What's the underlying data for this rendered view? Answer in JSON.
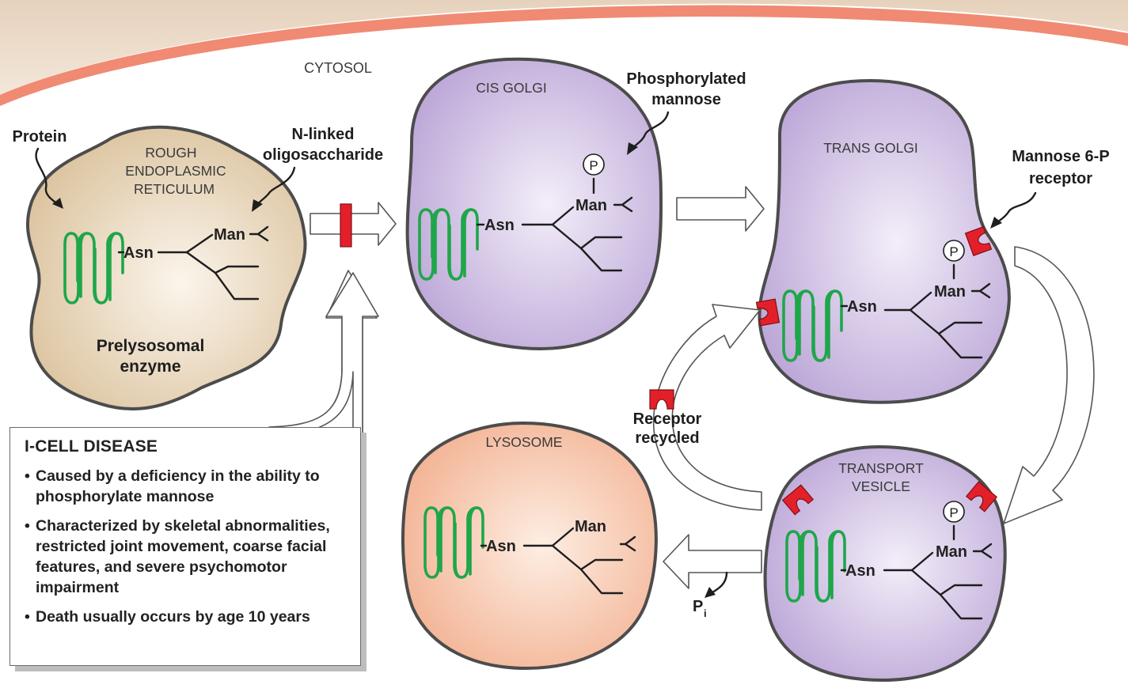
{
  "labels": {
    "cytosol": "CYTOSOL",
    "rough_er_line1": "ROUGH",
    "rough_er_line2": "ENDOPLASMIC",
    "rough_er_line3": "RETICULUM",
    "protein": "Protein",
    "n_linked_line1": "N-linked",
    "n_linked_line2": "oligosaccharide",
    "prelysosomal_line1": "Prelysosomal",
    "prelysosomal_line2": "enzyme",
    "cis_golgi": "CIS GOLGI",
    "phosphorylated_line1": "Phosphorylated",
    "phosphorylated_line2": "mannose",
    "trans_golgi": "TRANS GOLGI",
    "m6p_line1": "Mannose 6-P",
    "m6p_line2": "receptor",
    "receptor_recycled_line1": "Receptor",
    "receptor_recycled_line2": "recycled",
    "transport_line1": "TRANSPORT",
    "transport_line2": "VESICLE",
    "lysosome": "LYSOSOME",
    "pi": "P",
    "pi_sub": "i"
  },
  "molecule": {
    "asn": "Asn",
    "man": "Man",
    "phosphate": "P"
  },
  "disease_box": {
    "title": "I-CELL DISEASE",
    "bullets": [
      "Caused by a deficiency in the ability to phosphorylate mannose",
      "Characterized by skeletal abnormalities, restricted joint movement, coarse facial features, and severe psychomotor impairment",
      "Death usually occurs by age 10 years"
    ]
  },
  "colors": {
    "membrane_band": "#f08a72",
    "cytosol_top": "#e8d5c0",
    "rough_er_fill": "#e3cfae",
    "golgi_fill": "#c8b5e0",
    "lysosome_fill": "#f6bfa0",
    "protein_green": "#1fa64a",
    "receptor_red": "#e3202a"
  },
  "icons": {
    "receptor": "receptor-icon",
    "phosphate": "phosphate-circle-icon",
    "protein": "folded-protein-icon"
  }
}
